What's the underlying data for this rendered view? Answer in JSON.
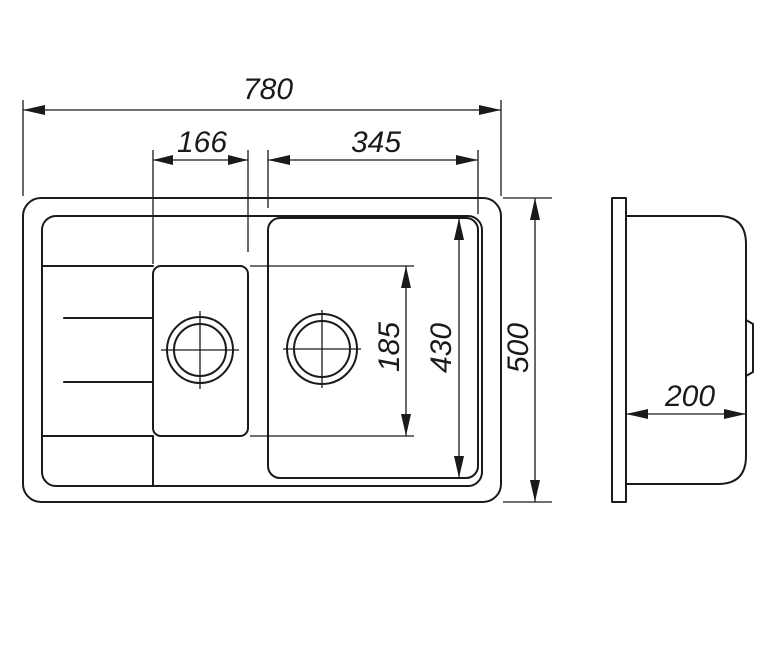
{
  "dimensions": {
    "overall_width": "780",
    "small_bowl_width": "166",
    "large_bowl_width": "345",
    "small_bowl_height": "185",
    "large_bowl_height": "430",
    "overall_depth": "500",
    "bowl_depth": "200"
  }
}
